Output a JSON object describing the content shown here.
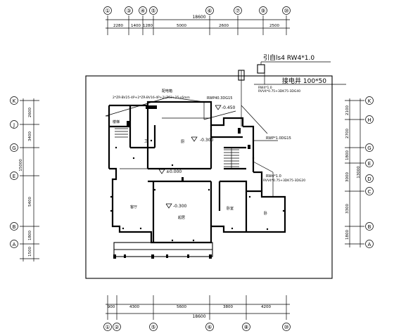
{
  "grid": {
    "top_bubbles": [
      "①",
      "③",
      "④",
      "⑤",
      "⑥",
      "⑦",
      "⑨",
      "⑩"
    ],
    "bottom_bubbles": [
      "①",
      "②",
      "⑤",
      "⑥",
      "⑧",
      "⑩"
    ],
    "left_bubbles": [
      "K",
      "J",
      "G",
      "E",
      "B",
      "A"
    ],
    "right_bubbles": [
      "K",
      "H",
      "G",
      "E",
      "D",
      "C",
      "B",
      "A"
    ]
  },
  "dims": {
    "top_total": "18600",
    "top_segments": [
      "2280",
      "1400",
      "1280",
      "5000",
      "2600",
      "2500"
    ],
    "bottom_total": "18600",
    "bottom_segments": [
      "900",
      "4300",
      "5600",
      "3800",
      "4200"
    ],
    "left_total": "15000",
    "left_segments": [
      "2600",
      "3400",
      "5400",
      "1800",
      "1500"
    ],
    "right_total": "13000",
    "right_segments": [
      "2100",
      "2700",
      "1800",
      "3000",
      "3300",
      "1800"
    ]
  },
  "annotations": {
    "service_entry": "引自ls4  RW4*1.0",
    "meter_well": "接电井  100*50",
    "panel_label": "配电箱",
    "feed_spec_1": "2*ZR-BV25-4P+2*ZR-BV16-4P+2LZ63+25+6mm",
    "rwp_upper": "RWP40.3DG15",
    "rw_spec_1": "RW4*1.0",
    "rw_spec_2": "RVV4*0.75+3DK75-3DG40",
    "rwp_mid": "RWP*1.0DG15",
    "rw_spec_3": "RW4*1.0",
    "rw_spec_4": "RVV4*0.75+3DK75-3DG20",
    "level_upper": "-0.450",
    "level_mid_left": "-0.300",
    "level_main": "±0.000",
    "level_lower": "-0.300"
  },
  "rooms": {
    "stair_left": "楼梯",
    "small_room": "卫",
    "room_north": "厨",
    "room_west": "客厅",
    "room_center": "起居",
    "room_east_1": "卧室",
    "room_east_2": "卧"
  }
}
